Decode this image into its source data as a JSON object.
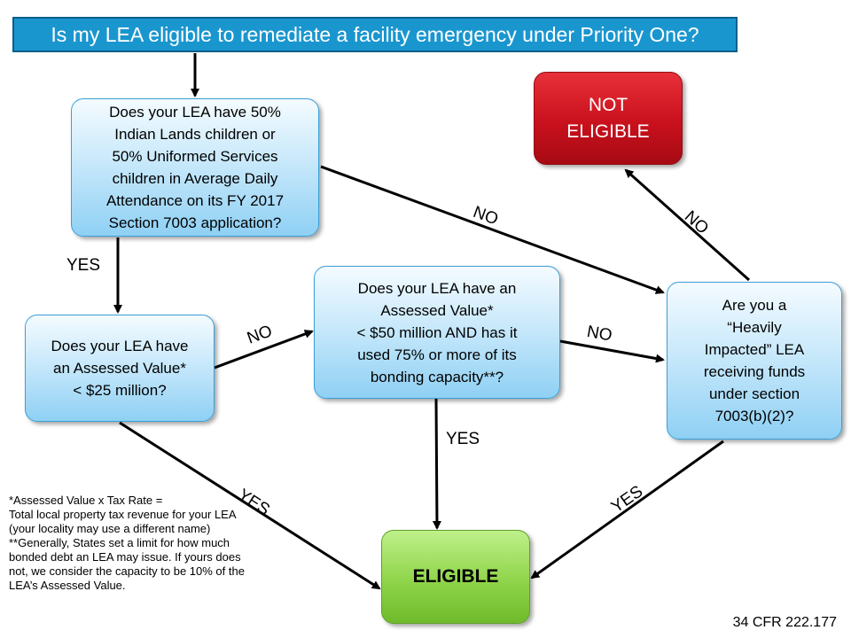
{
  "title": "Is my LEA eligible to remediate a facility emergency under Priority One?",
  "nodes": {
    "q1": "Does your LEA have 50%\nIndian Lands children or\n50% Uniformed Services\nchildren in Average Daily\nAttendance on its FY 2017\nSection 7003 application?",
    "q2": "Does your LEA have\nan Assessed Value*\n< $25 million?",
    "q3": "Does your LEA have an\nAssessed Value*\n< $50 million AND has it\nused 75% or more of its\nbonding capacity**?",
    "q4": "Are you a\n“Heavily\nImpacted” LEA\nreceiving funds\nunder section\n7003(b)(2)?",
    "not_eligible": "NOT\nELIGIBLE",
    "eligible": "ELIGIBLE"
  },
  "labels": {
    "yes_q1": "YES",
    "no_q1": "NO",
    "no_q2": "NO",
    "yes_q2": "YES",
    "yes_q3": "YES",
    "no_q3": "NO",
    "no_q4": "NO",
    "yes_q4": "YES"
  },
  "footnote": "*Assessed Value x Tax Rate =\nTotal local property tax revenue for your LEA (your locality may use a different name)\n**Generally, States set a limit for how much bonded debt an LEA may issue.  If yours does not, we consider the capacity to be 10% of the LEA’s Assessed Value.",
  "citation": "34 CFR 222.177"
}
